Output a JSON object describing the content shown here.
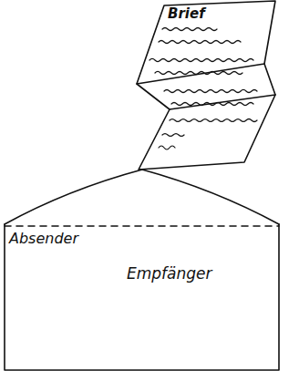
{
  "diagram": {
    "nodes": [
      {
        "text": [
          "Brief"
        ]
      },
      {
        "text": [
          "Absender",
          "Empfänger"
        ]
      }
    ]
  }
}
